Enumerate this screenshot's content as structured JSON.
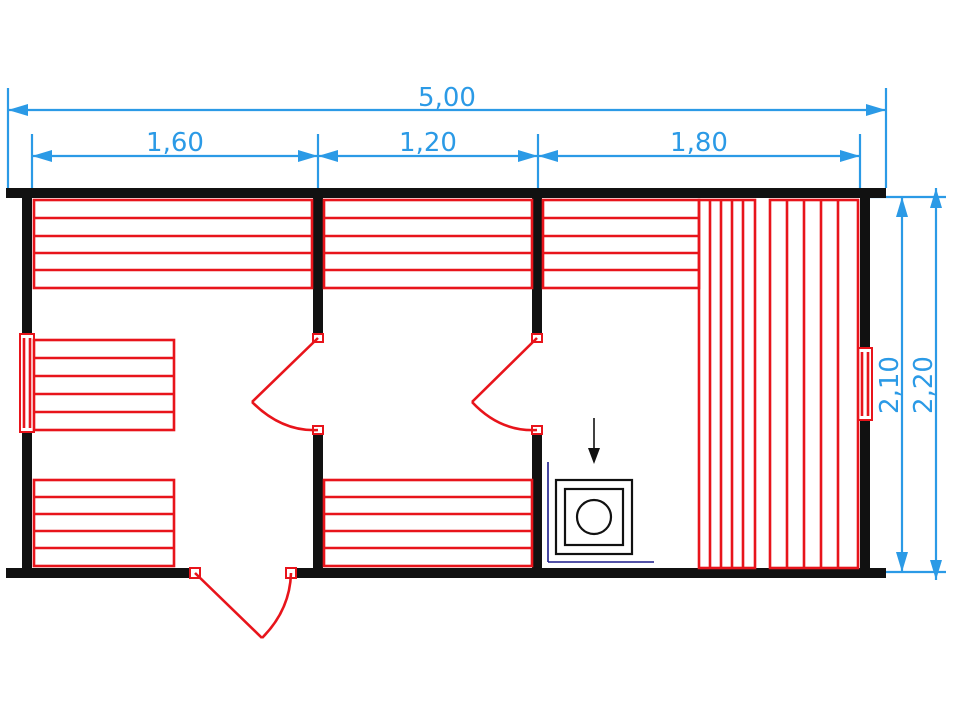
{
  "dimensions": {
    "total_width": "5,00",
    "room_1_width": "1,60",
    "room_2_width": "1,20",
    "room_3_width": "1,80",
    "inner_height": "2,10",
    "outer_height": "2,20"
  },
  "colors": {
    "dimension": "#2b9ae6",
    "wall": "#111111",
    "furniture": "#e8141b",
    "stove_mark": "#1a1a8c"
  }
}
